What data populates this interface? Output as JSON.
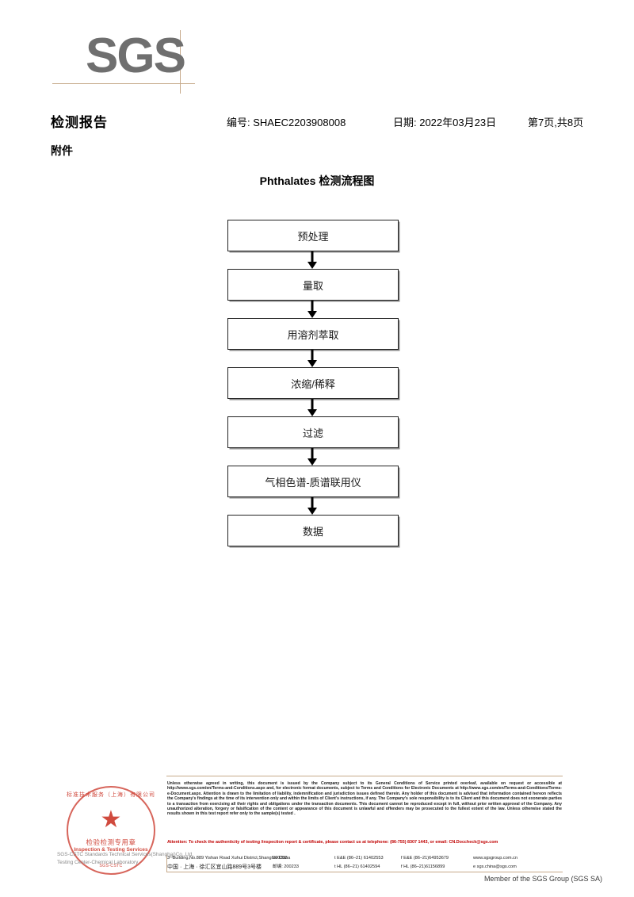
{
  "logo": {
    "text": "SGS"
  },
  "header": {
    "title": "检测报告",
    "report_no": "编号: SHAEC2203908008",
    "date": "日期: 2022年03月23日",
    "page": "第7页,共8页",
    "attachment_label": "附件"
  },
  "flow": {
    "title": "Phthalates 检测流程图",
    "nodes": [
      {
        "label": "预处理"
      },
      {
        "label": "量取"
      },
      {
        "label": "用溶剂萃取"
      },
      {
        "label": "浓缩/稀释"
      },
      {
        "label": "过滤"
      },
      {
        "label": "气相色谱-质谱联用仪"
      },
      {
        "label": "数据"
      }
    ]
  },
  "footer": {
    "legal": "Unless otherwise agreed in writing, this document is issued by the Company subject to its General Conditions of Service printed overleaf, available on request or accessible at http://www.sgs.com/en/Terms-and-Conditions.aspx and, for electronic format documents, subject to Terms and Conditions for Electronic Documents at http://www.sgs.com/en/Terms-and-Conditions/Terms-e-Document.aspx. Attention is drawn to the limitation of liability, indemnification and jurisdiction issues defined therein. Any holder of this document is advised that information contained hereon reflects the Company's findings at the time of its intervention only and within the limits of Client's instructions, if any. The Company's sole responsibility is to its Client and this document does not exonerate parties to a transaction from exercising all their rights and obligations under the transaction documents. This document cannot be reproduced except in full, without prior written approval of the Company. Any unauthorized alteration, forgery or falsification of the content or appearance of this document is unlawful and offenders may be prosecuted to the fullest extent of the law. Unless otherwise stated the results shown in this test report refer only to the sample(s) tested .",
    "attention": "Attention: To check the authenticity of testing /inspection report & certificate, please contact us at telephone: (86-755) 8307 1443, or email: CN.Doccheck@sgs.com",
    "address_rows": [
      {
        "address": "3ʳᵈBuilding,No.889 Yishan Road Xuhui District,Shanghai China",
        "postcode": "200233",
        "tel": "t E&E (86–21) 61402553",
        "fax": "f E&E (86–21)64953679",
        "web": "www.sgsgroup.com.cn"
      },
      {
        "address": "中国 · 上海 · 徐汇区宜山路889号3号楼",
        "postcode": "邮编: 200233",
        "tel": "t HL (86–21) 61402594",
        "fax": "f HL (86–21)61156899",
        "web": "e sgs.china@sgs.com"
      }
    ],
    "member": "Member of the SGS Group (SGS SA)"
  },
  "stamp": {
    "arc_top": "标准技术服务（上海）有限公司",
    "cn_label": "检验检测专用章",
    "en_label": "Inspection & Testing Services",
    "arc_bottom": "SGS-CSTC"
  },
  "overlay": {
    "line1": "SGS-CSTC Standards Technical Services(Shanghai)Co.,Ltd.",
    "line2": "Testing Center-Chemical Laboratory."
  },
  "colors": {
    "logo_gray": "#6f6f6f",
    "rule_tan": "#c6a98a",
    "attention_red": "#c00000",
    "stamp_red": "#d04a3e"
  }
}
